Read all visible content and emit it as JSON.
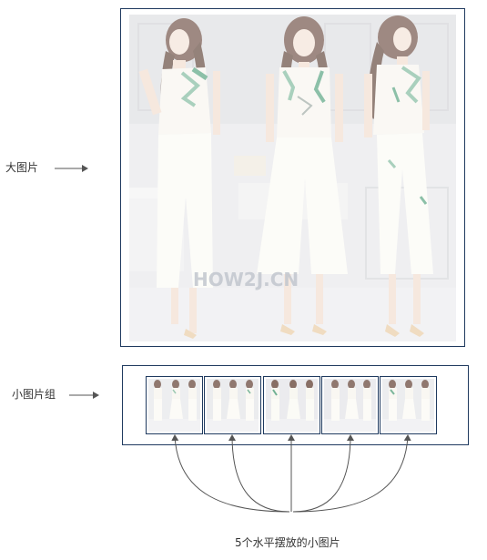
{
  "labels": {
    "big_image": "大图片",
    "thumb_group": "小图片组",
    "caption": "5个水平摆放的小图片"
  },
  "big_image": {
    "watermark": "HOW2J.CN"
  },
  "thumbnails": {
    "count": 5
  }
}
